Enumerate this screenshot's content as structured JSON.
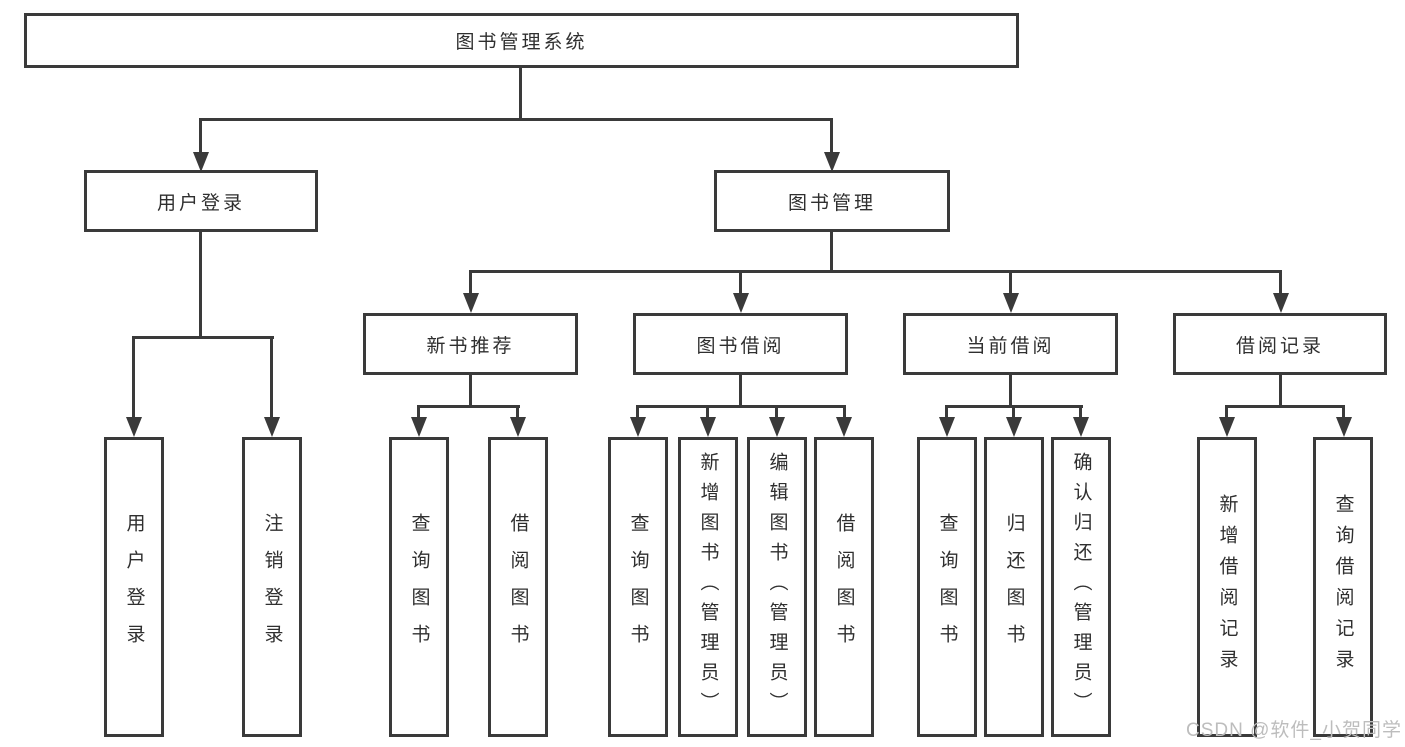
{
  "diagram": {
    "root": "图书管理系统",
    "branches": [
      {
        "label": "用户登录",
        "children": [
          "用户登录",
          "注销登录"
        ]
      },
      {
        "label": "图书管理",
        "sections": [
          {
            "label": "新书推荐",
            "children": [
              "查询图书",
              "借阅图书"
            ]
          },
          {
            "label": "图书借阅",
            "children": [
              "查询图书",
              "新增图书（管理员）",
              "编辑图书（管理员）",
              "借阅图书"
            ]
          },
          {
            "label": "当前借阅",
            "children": [
              "查询图书",
              "归还图书",
              "确认归还（管理员）"
            ]
          },
          {
            "label": "借阅记录",
            "children": [
              "新增借阅记录",
              "查询借阅记录"
            ]
          }
        ]
      }
    ],
    "watermark": "CSDN @软件_小贺同学",
    "colors": {
      "line": "#3a3a3a",
      "text": "#2f2f2f",
      "bg": "#ffffff",
      "wm": "#bdbdbd"
    }
  }
}
